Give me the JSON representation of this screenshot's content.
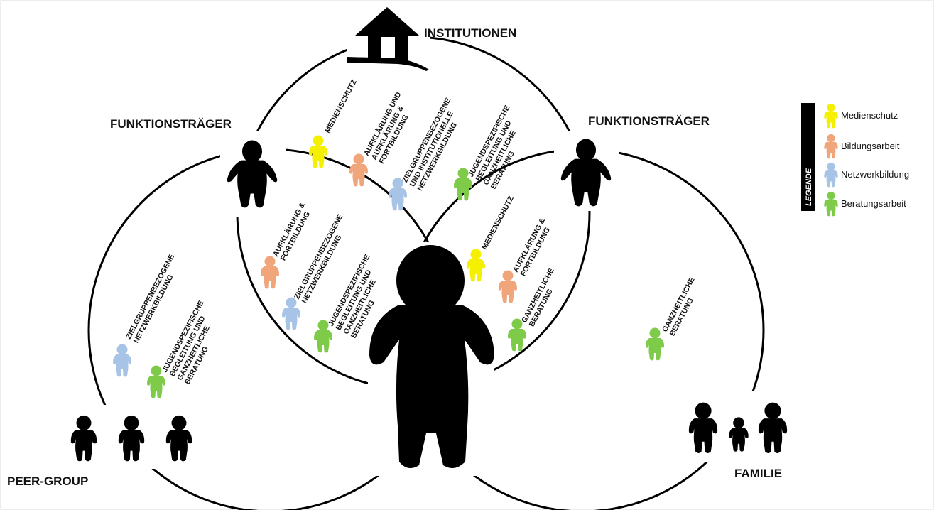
{
  "labels": {
    "institutions": "INSTITUTIONEN",
    "officials_left": "FUNKTIONSTRÄGER",
    "officials_right": "FUNKTIONSTRÄGER",
    "peer_group": "PEER-GROUP",
    "family": "FAMILIE"
  },
  "legend": {
    "title": "LEGENDE",
    "items": [
      {
        "label": "Medienschutz",
        "color": "#f5f000"
      },
      {
        "label": "Bildungsarbeit",
        "color": "#f0a57a"
      },
      {
        "label": "Netzwerkbildung",
        "color": "#a7c3e6"
      },
      {
        "label": "Beratungsarbeit",
        "color": "#7ecb4a"
      }
    ]
  },
  "activities": {
    "top_medienschutz": "MEDIENSCHUTZ",
    "top_aufkl_1": "AUFKLÄRUNG UND",
    "top_aufkl_2": "AUFKLÄRUNG &",
    "top_aufkl_3": "FORTBILDUNG",
    "top_ziel_1": "ZIELGRUPPENBEZOGENE",
    "top_ziel_2": "UND INSTITUTIONELLE",
    "top_ziel_3": "NETZWERKBILDUNG",
    "top_jug_1": "JUGENDSPEZIFISCHE",
    "top_jug_2": "BEGLEITUNG UND",
    "top_jug_3": "GANZHEITLICHE",
    "top_jug_4": "BERATUNG",
    "ml_aufkl_1": "AUFKLÄRUNG &",
    "ml_aufkl_2": "FORTBILDUNG",
    "ml_ziel_1": "ZIELGRUPPENBEZOGENE",
    "ml_ziel_2": "NETZWERKBILDUNG",
    "ml_jug_1": "JUGENDSPEZIFISCHE",
    "ml_jug_2": "BEGLEITUNG UND",
    "ml_jug_3": "GANZHEITLICHE",
    "ml_jug_4": "BERATUNG",
    "mr_medienschutz": "MEDIENSCHUTZ",
    "mr_aufkl_1": "AUFKLÄRUNG &",
    "mr_aufkl_2": "FORTBILDUNG",
    "mr_ganz_1": "GANZHEITLICHE",
    "mr_ganz_2": "BERATUNG",
    "pl_ziel_1": "ZIELGRUPPENBEZOGENE",
    "pl_ziel_2": "NETZWERKBILDUNG",
    "pl_jug_1": "JUGENDSPEZIFISCHE",
    "pl_jug_2": "BEGLEITUNG UND",
    "pl_jug_3": "GANZHEITLICHE",
    "pl_jug_4": "BERATUNG",
    "fr_ganz_1": "GANZHEITLICHE",
    "fr_ganz_2": "BERATUNG"
  },
  "colors": {
    "yellow": "#f5f000",
    "salmon": "#f0a57a",
    "blue": "#a7c3e6",
    "green": "#7ecb4a",
    "black": "#000000"
  }
}
